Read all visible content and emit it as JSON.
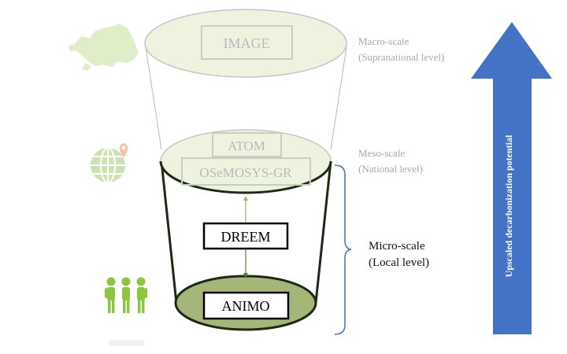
{
  "models": {
    "macro": "IMAGE",
    "meso_top": "ATOM",
    "meso_bottom": "OSeMOSYS-GR",
    "micro_top": "DREEM",
    "micro_bottom": "ANIMO"
  },
  "scales": {
    "macro": {
      "line1": "Macro-scale",
      "line2": "(Supranational level)"
    },
    "meso": {
      "line1": "Meso-scale",
      "line2": "(National level)"
    },
    "micro": {
      "line1": "Micro-scale",
      "line2": "(Local level)"
    }
  },
  "arrow_label": "Upscaled decarbonization potential",
  "icons": {
    "macro": "europe-map-icon",
    "meso": "globe-pin-icon",
    "micro": "people-group-icon"
  },
  "colors": {
    "arrow_blue": "#4472c4",
    "ellipse_fill": "#eef3df",
    "base_green": "#a4b678",
    "icon_green": "#8cc63f",
    "bracket_blue": "#4472c4"
  }
}
